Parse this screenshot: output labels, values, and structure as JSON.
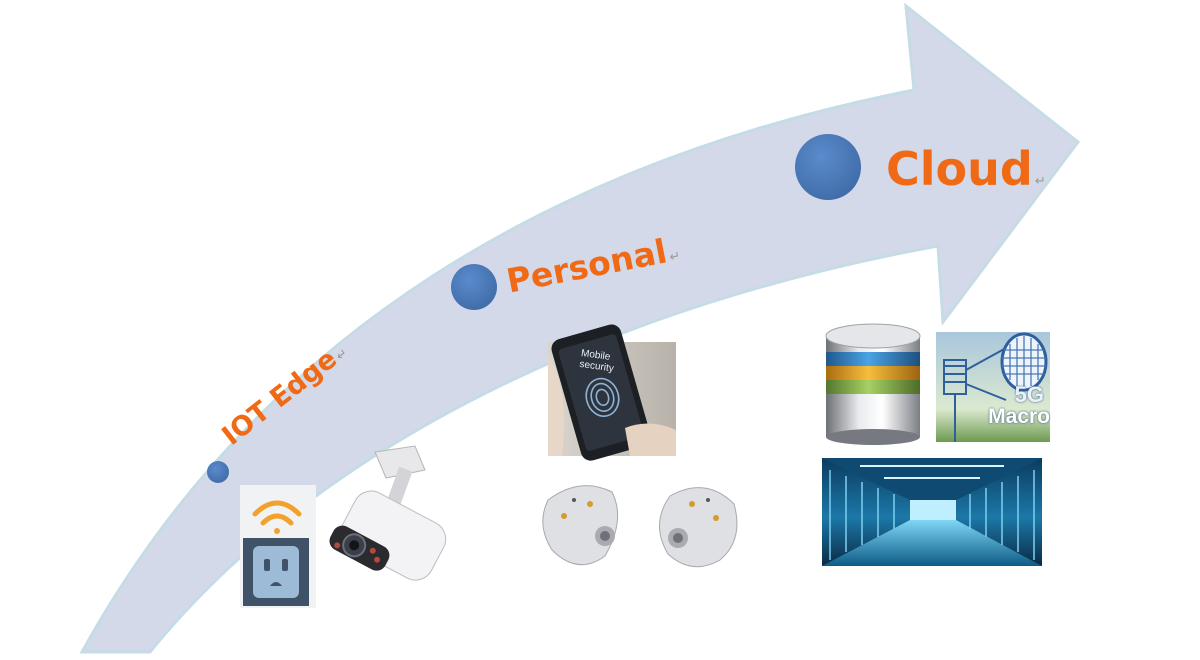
{
  "stages": [
    {
      "id": "iot",
      "label": "IOT Edge",
      "return_mark": "↵"
    },
    {
      "id": "personal",
      "label": "Personal",
      "return_mark": "↵"
    },
    {
      "id": "cloud",
      "label": "Cloud",
      "return_mark": "↵"
    }
  ],
  "images": {
    "phone_screen_text": "Mobile security",
    "tower_text_5g": "5G",
    "tower_text_macro": "Macro"
  },
  "colors": {
    "arrow_fill": "#d3d9e8",
    "arrow_edge": "#c5dce6",
    "dot": "#4b78b6",
    "label": "#f06a16"
  },
  "icons": [
    "smart-plug-icon",
    "wifi-icon",
    "security-camera-icon",
    "fingerprint-phone-icon",
    "earbuds-icon",
    "database-icon",
    "antenna-tower-icon",
    "data-center-icon"
  ]
}
